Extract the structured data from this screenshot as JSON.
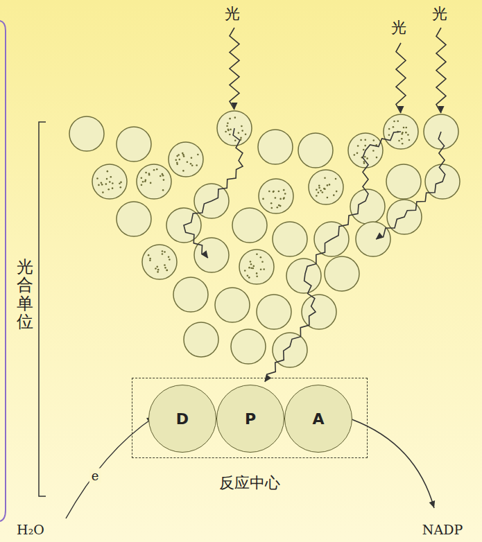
{
  "diagram": {
    "nodes": [
      {
        "text": [
          "反应中心"
        ]
      },
      {
        "text": [
          "D"
        ],
        "in": 0
      },
      {
        "text": [
          "P"
        ],
        "in": 0
      },
      {
        "text": [
          "A"
        ],
        "in": 0
      }
    ],
    "edges": [
      {
        "from": 1,
        "to": 2,
        "arrow": "to"
      },
      {
        "from": 2,
        "to": 3,
        "arrow": "to"
      }
    ],
    "labels": [
      "光",
      "光",
      "光",
      "光合单位",
      "e",
      "H₂O",
      "NADP"
    ]
  }
}
